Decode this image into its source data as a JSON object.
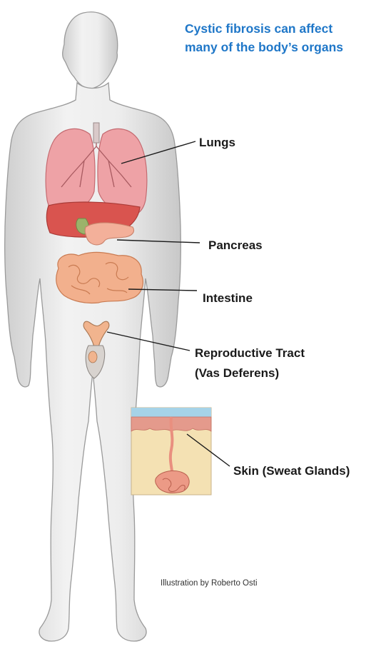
{
  "title": {
    "line1": "Cystic fibrosis can affect",
    "line2": "many of the body’s organs"
  },
  "labels": {
    "lungs": "Lungs",
    "pancreas": "Pancreas",
    "intestine": "Intestine",
    "reproductive_line1": "Reproductive Tract",
    "reproductive_line2": "(Vas Deferens)",
    "skin": "Skin (Sweat Glands)"
  },
  "credit": "Illustration by Roberto Osti",
  "colors": {
    "title": "#1f77c8",
    "lungs": "#eea2a6",
    "liver": "#d9544f",
    "intestine": "#f2b08d",
    "skin_tissue": "#f4e1b3",
    "skin_surface": "#a6d3e8",
    "body": "#e8e8e8"
  }
}
